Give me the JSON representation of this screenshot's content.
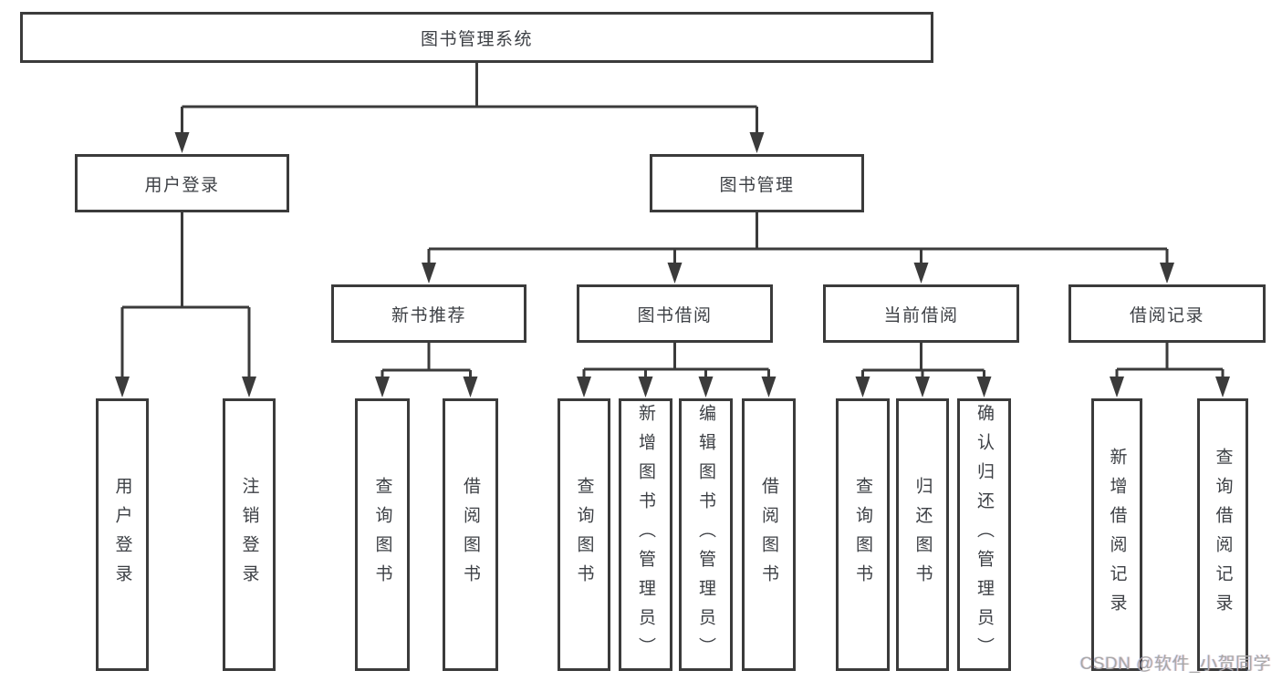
{
  "colors": {
    "line": "#3b3b3b",
    "text": "#3d4045",
    "watermark": "#a8a8a8",
    "background": "#ffffff"
  },
  "watermark": "CSDN @软件_小贺同学",
  "tree": {
    "root": {
      "label": "图书管理系统"
    },
    "user_login": {
      "label": "用户登录",
      "children": {
        "login": {
          "label": "用户登录"
        },
        "logout": {
          "label": "注销登录"
        }
      }
    },
    "book_mgmt": {
      "label": "图书管理",
      "children": {
        "new_book_rec": {
          "label": "新书推荐",
          "children": {
            "query": {
              "label": "查询图书"
            },
            "borrow": {
              "label": "借阅图书"
            }
          }
        },
        "book_borrow": {
          "label": "图书借阅",
          "children": {
            "query": {
              "label": "查询图书"
            },
            "add": {
              "label": "新增图书（管理员）"
            },
            "edit": {
              "label": "编辑图书（管理员）"
            },
            "borrow": {
              "label": "借阅图书"
            }
          }
        },
        "current_borrow": {
          "label": "当前借阅",
          "children": {
            "query": {
              "label": "查询图书"
            },
            "return": {
              "label": "归还图书"
            },
            "confirm": {
              "label": "确认归还（管理员）"
            }
          }
        },
        "borrow_records": {
          "label": "借阅记录",
          "children": {
            "add": {
              "label": "新增借阅记录"
            },
            "query": {
              "label": "查询借阅记录"
            }
          }
        }
      }
    }
  }
}
